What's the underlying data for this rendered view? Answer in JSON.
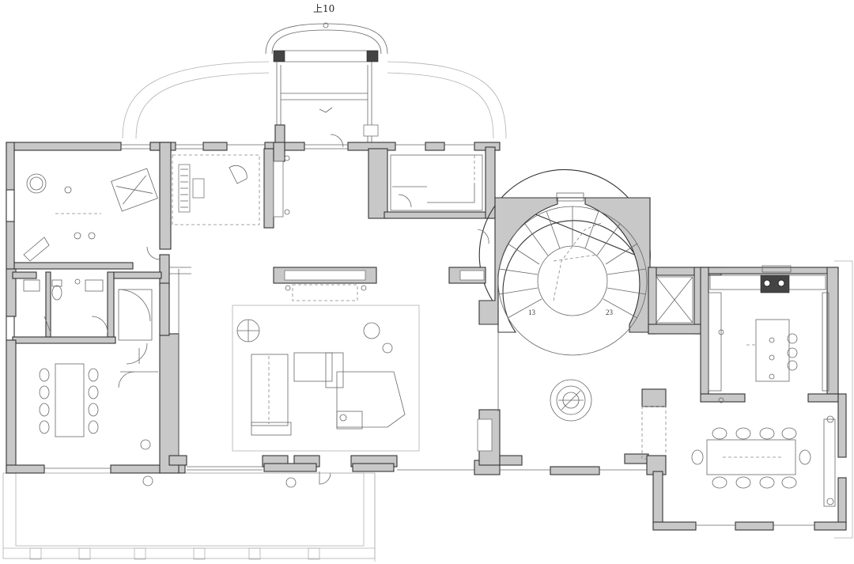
{
  "plan": {
    "level_label": "上10",
    "stair_markers": [
      "13",
      "23"
    ]
  },
  "colors": {
    "wall_fill": "#c8c8c8",
    "line": "#333333",
    "background": "#ffffff"
  }
}
